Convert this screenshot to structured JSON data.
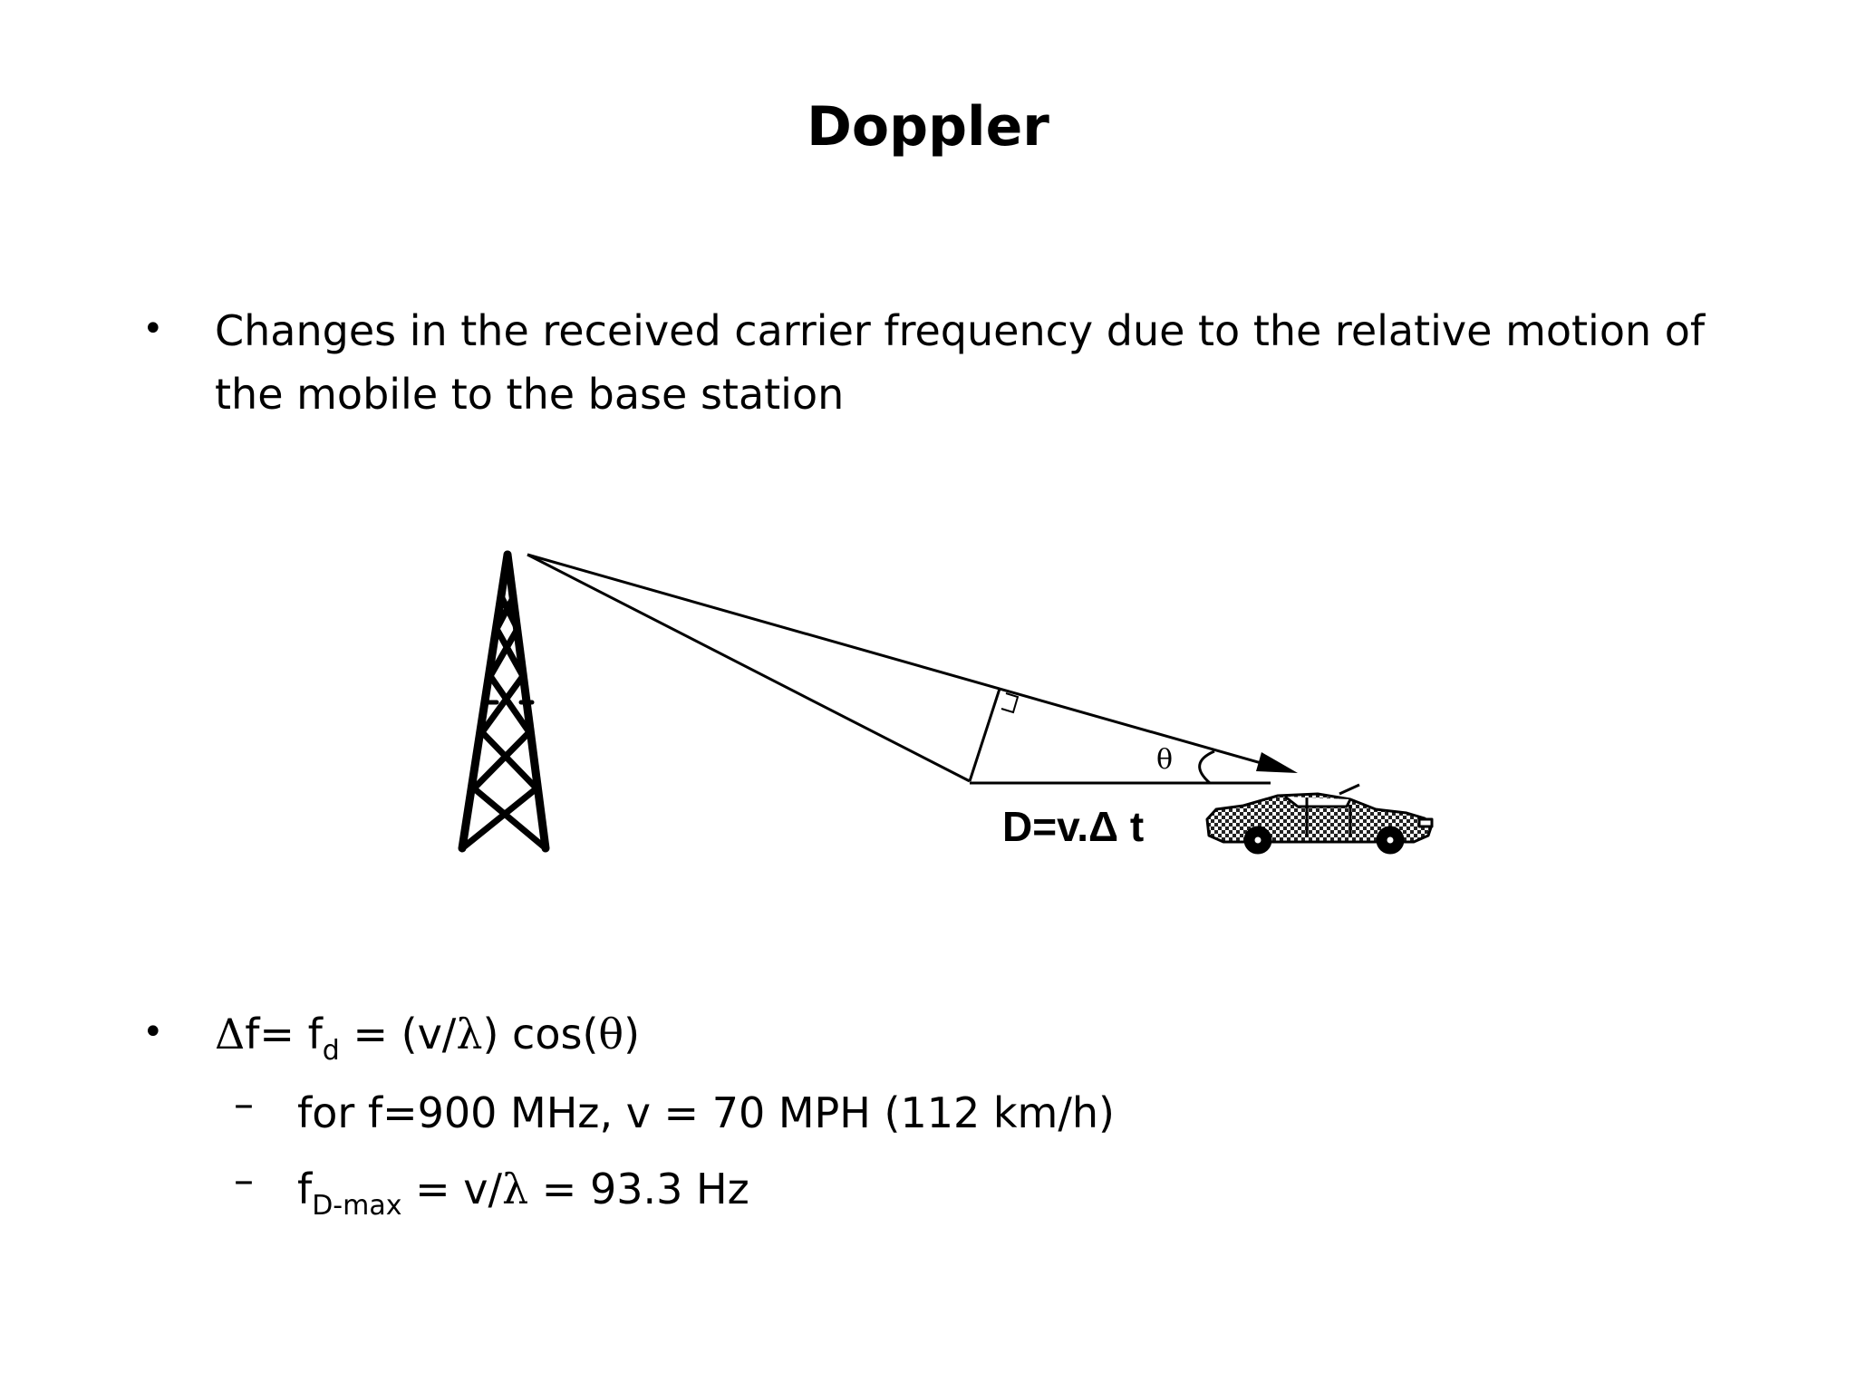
{
  "slide": {
    "title": "Doppler",
    "bullets": [
      {
        "marker": "•",
        "text": "Changes in the received carrier frequency due to the relative motion of the mobile to the base station"
      }
    ],
    "formula": {
      "marker": "•",
      "delta_symbol": "Δ",
      "part1": "f= f",
      "subscript": "d",
      "part2": " = (v/",
      "lambda_symbol": "λ",
      "part3": ") cos(",
      "theta_symbol": "θ",
      "part4": ")"
    },
    "sub_bullets": [
      {
        "marker": "–",
        "text": "for f=900 MHz, v = 70 MPH (112 km/h)"
      },
      {
        "marker": "–",
        "part1": "f",
        "subscript": "D-max",
        "part2": " = v/",
        "lambda_symbol": "λ",
        "part3": " = 93.3 Hz"
      }
    ]
  },
  "diagram": {
    "distance_label": "D=v.Δ t",
    "angle_label": "θ",
    "icons": [
      "radio-tower-icon",
      "car-icon"
    ]
  }
}
